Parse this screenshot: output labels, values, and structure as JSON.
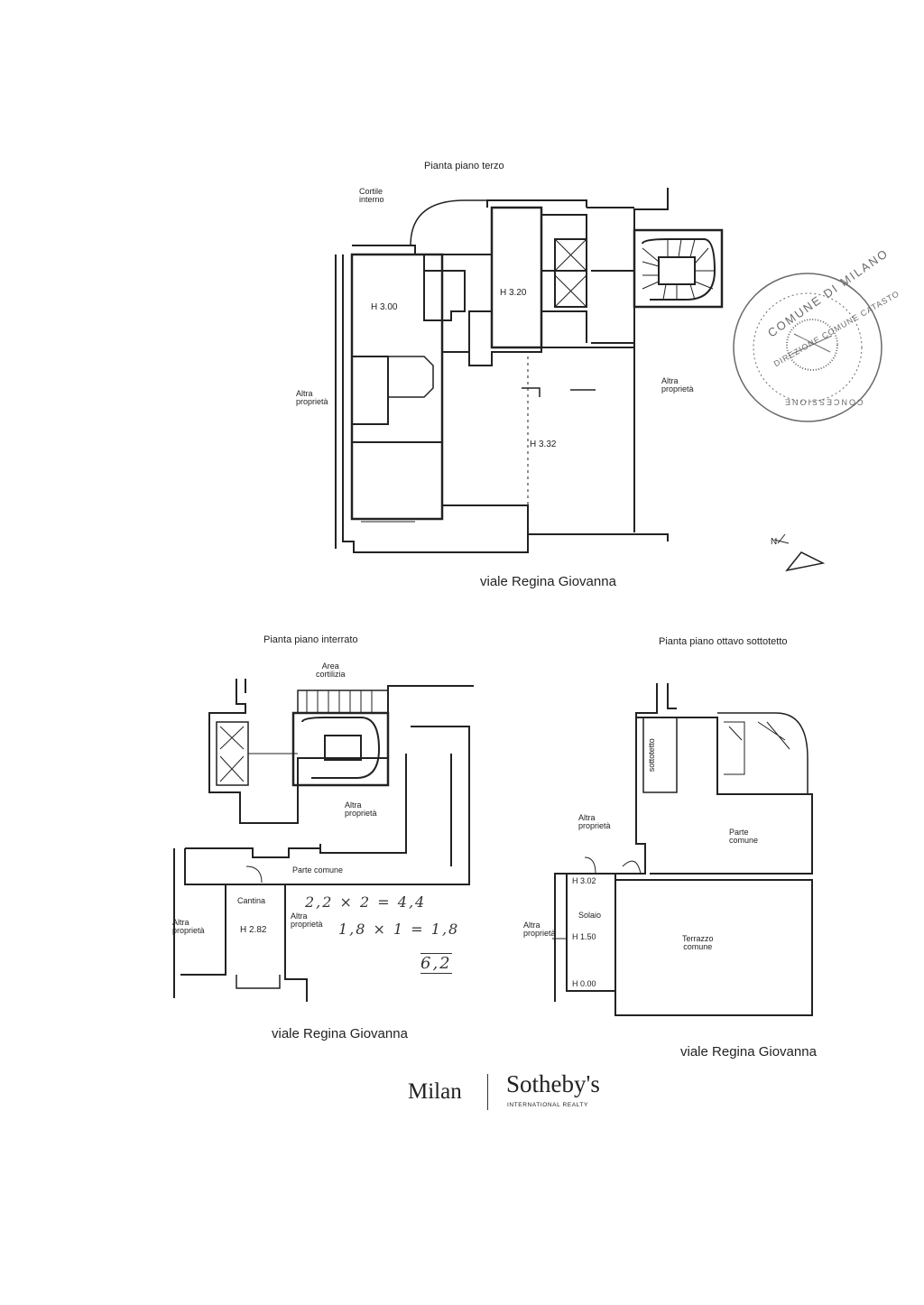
{
  "plan_top": {
    "title": "Pianta piano terzo",
    "rooms": {
      "cortile": "Cortile\ninterno",
      "h_left": "H 3.00",
      "h_center": "H 3.20",
      "h_main": "H 3.32",
      "altra_left": "Altra\nproprietà",
      "altra_right": "Altra\nproprietà"
    },
    "street": "viale Regina Giovanna"
  },
  "plan_basement": {
    "title": "Pianta piano interrato",
    "rooms": {
      "area_cortilizia": "Area\ncortilizia",
      "altra_center": "Altra\nproprietà",
      "parte_comune": "Parte comune",
      "cantina": "Cantina",
      "h_cantina": "H 2.82",
      "altra_left": "Altra\nproprietà",
      "altra_mid": "Altra\nproprietà"
    },
    "handwritten": {
      "line1": "2,2 × 2 = 4,4",
      "line2": "1,8 × 1 = 1,8",
      "total": "6,2"
    },
    "street": "viale Regina Giovanna"
  },
  "plan_attic": {
    "title": "Pianta piano ottavo sottotetto",
    "rooms": {
      "sottotetto": "sottotetto",
      "altra_top": "Altra\nproprietà",
      "parte_comune": "Parte\ncomune",
      "h_302": "H 3.02",
      "solaio": "Solaio",
      "h_150": "H 1.50",
      "h_000": "H 0.00",
      "altra_left": "Altra\nproprietà",
      "terrazzo": "Terrazzo\ncomune"
    },
    "street": "viale Regina Giovanna"
  },
  "stamp": {
    "outer_text": "COMUNE DI MILANO",
    "inner_text": "DIREZIONE COMUNE CATASTO",
    "bottom_text": "CONCESSIONE"
  },
  "logo": {
    "city": "Milan",
    "brand": "Sotheby's",
    "sub": "INTERNATIONAL REALTY"
  },
  "compass_letter": "N",
  "colors": {
    "ink": "#222222",
    "stamp": "#6a6a6a"
  }
}
